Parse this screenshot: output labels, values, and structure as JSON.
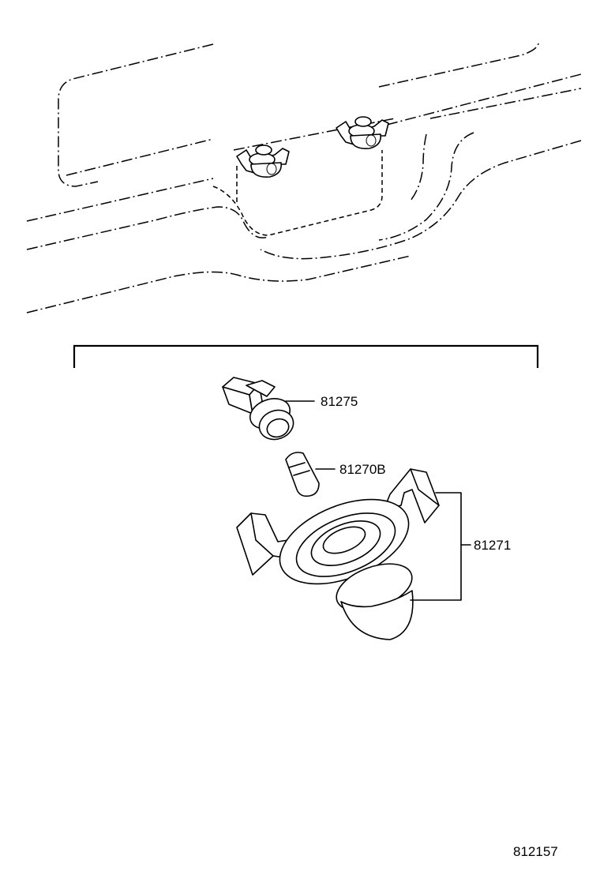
{
  "callouts": {
    "socket": "81275",
    "bulb": "81270B",
    "lamp_assembly": "81271"
  },
  "illustration_number": "812157"
}
